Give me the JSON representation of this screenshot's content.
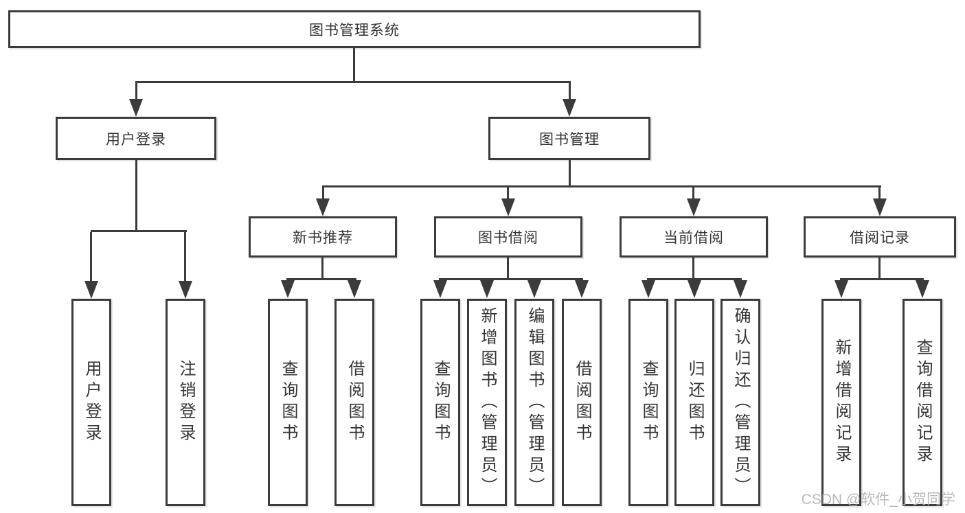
{
  "colors": {
    "line": "#3b3b3b",
    "text": "#333333",
    "watermark": "#b2b2b2",
    "background": "#ffffff"
  },
  "watermark": {
    "text": "CSDN @软件_小贺同学"
  },
  "tree": {
    "root": "图书管理系统",
    "level2": [
      {
        "label": "用户登录",
        "children": [
          "用户登录",
          "注销登录"
        ]
      },
      {
        "label": "图书管理",
        "groups": [
          {
            "label": "新书推荐",
            "children": [
              "查询图书",
              "借阅图书"
            ]
          },
          {
            "label": "图书借阅",
            "children": [
              "查询图书",
              "新增图书（管理员）",
              "编辑图书（管理员）",
              "借阅图书"
            ]
          },
          {
            "label": "当前借阅",
            "children": [
              "查询图书",
              "归还图书",
              "确认归还（管理员）"
            ]
          },
          {
            "label": "借阅记录",
            "children": [
              "新增借阅记录",
              "查询借阅记录"
            ]
          }
        ]
      }
    ]
  }
}
